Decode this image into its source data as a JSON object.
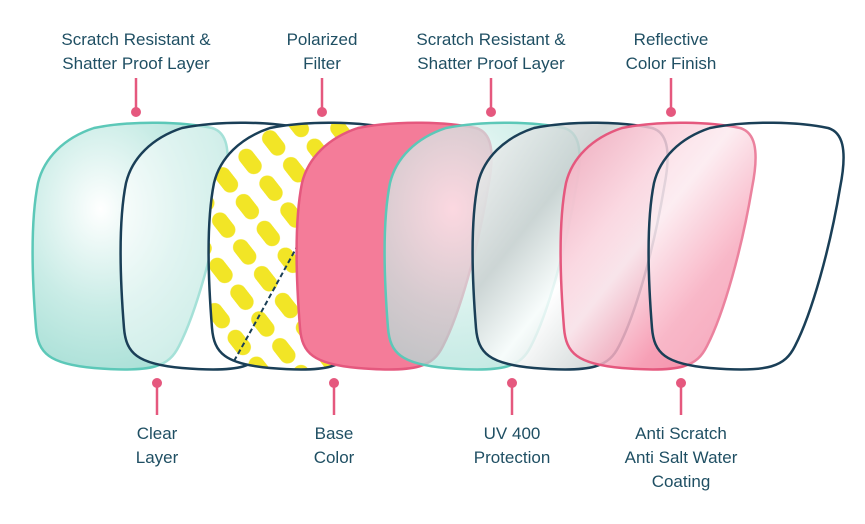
{
  "labels_top": [
    {
      "lines": [
        "Scratch Resistant &",
        "Shatter Proof Layer"
      ]
    },
    {
      "lines": [
        "Polarized",
        "Filter"
      ]
    },
    {
      "lines": [
        "Scratch Resistant &",
        "Shatter Proof Layer"
      ]
    },
    {
      "lines": [
        "Reflective",
        "Color Finish"
      ]
    }
  ],
  "labels_bottom": [
    {
      "lines": [
        "Clear",
        "Layer"
      ]
    },
    {
      "lines": [
        "Base",
        "Color"
      ]
    },
    {
      "lines": [
        "UV 400",
        "Protection"
      ]
    },
    {
      "lines": [
        "Anti Scratch",
        "Anti Salt Water",
        "Coating"
      ]
    }
  ],
  "colors": {
    "text": "#1f4f63",
    "marker": "#e5587e",
    "teal_stroke": "#5cc8b8",
    "navy_stroke": "#1a3f57",
    "pink_fill": "#f47c99",
    "pink_stroke": "#e5587e",
    "yellow": "#f2e526"
  }
}
